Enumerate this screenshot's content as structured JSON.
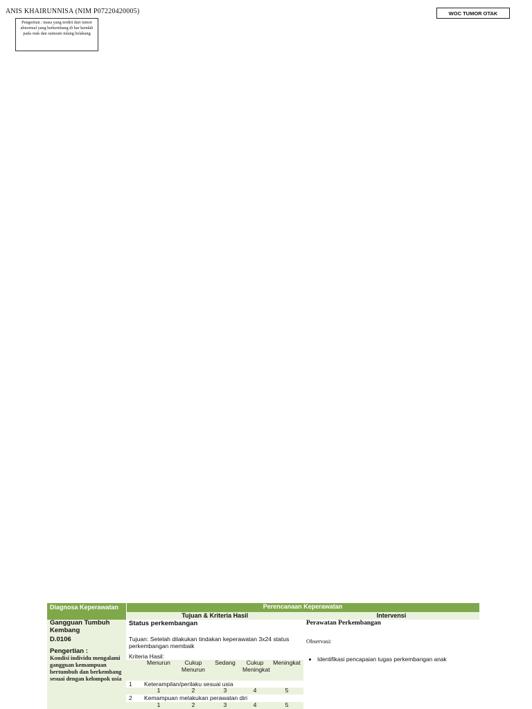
{
  "header": {
    "author": "ANIS KHAIRUNNISA (NIM P07220420005)",
    "woc_title": "WOC TUMOR OTAK",
    "pengertian": "Pengertian : masa yang terdiri dari tumor abnormal yang berkembang di har kendali pada otak dan sumsum tulang belakang"
  },
  "plan": {
    "head": {
      "diagnosa": "Diagnosa Keperawatan",
      "perencanaan": "Perencanaan Keperawatan",
      "tujuan": "Tujuan & Kriteria Hasil",
      "intervensi": "Intervensi"
    },
    "diagnosis": {
      "name": "Gangguan Tumbuh Kembang",
      "code": "D.0106",
      "pengertian_label": "Pengertian :",
      "pengertian_text": "Kondisi individu mengalami gangguan kemampuan bertumbuh dan berkembang sesuai dengan kelompok usia"
    },
    "outcome": {
      "title": "Status perkembangan",
      "tujuan": "Tujuan:   Setelah dilakukan tindakan keperawatan 3x24 status perkembangan membaik",
      "kriteria_label": "Kriteria Hasil:",
      "scale": [
        "Menurun",
        "Cukup Menurun",
        "Sedang",
        "Cukup Meningkat",
        "Meningkat"
      ],
      "criteria": [
        {
          "no": "1",
          "label": "Keterampilan/perilaku sesuai usia",
          "values": [
            "1",
            "2",
            "3",
            "4",
            "5"
          ]
        },
        {
          "no": "2",
          "label": "Kemampuan melakukan perawatan diri",
          "values": [
            "1",
            "2",
            "3",
            "4",
            "5"
          ]
        }
      ]
    },
    "intervention": {
      "title": "Perawatan Perkembangan",
      "observasi_label": "Observasi:",
      "items": [
        "Identifikasi pencapaian tugas perkembangan anak"
      ]
    }
  }
}
